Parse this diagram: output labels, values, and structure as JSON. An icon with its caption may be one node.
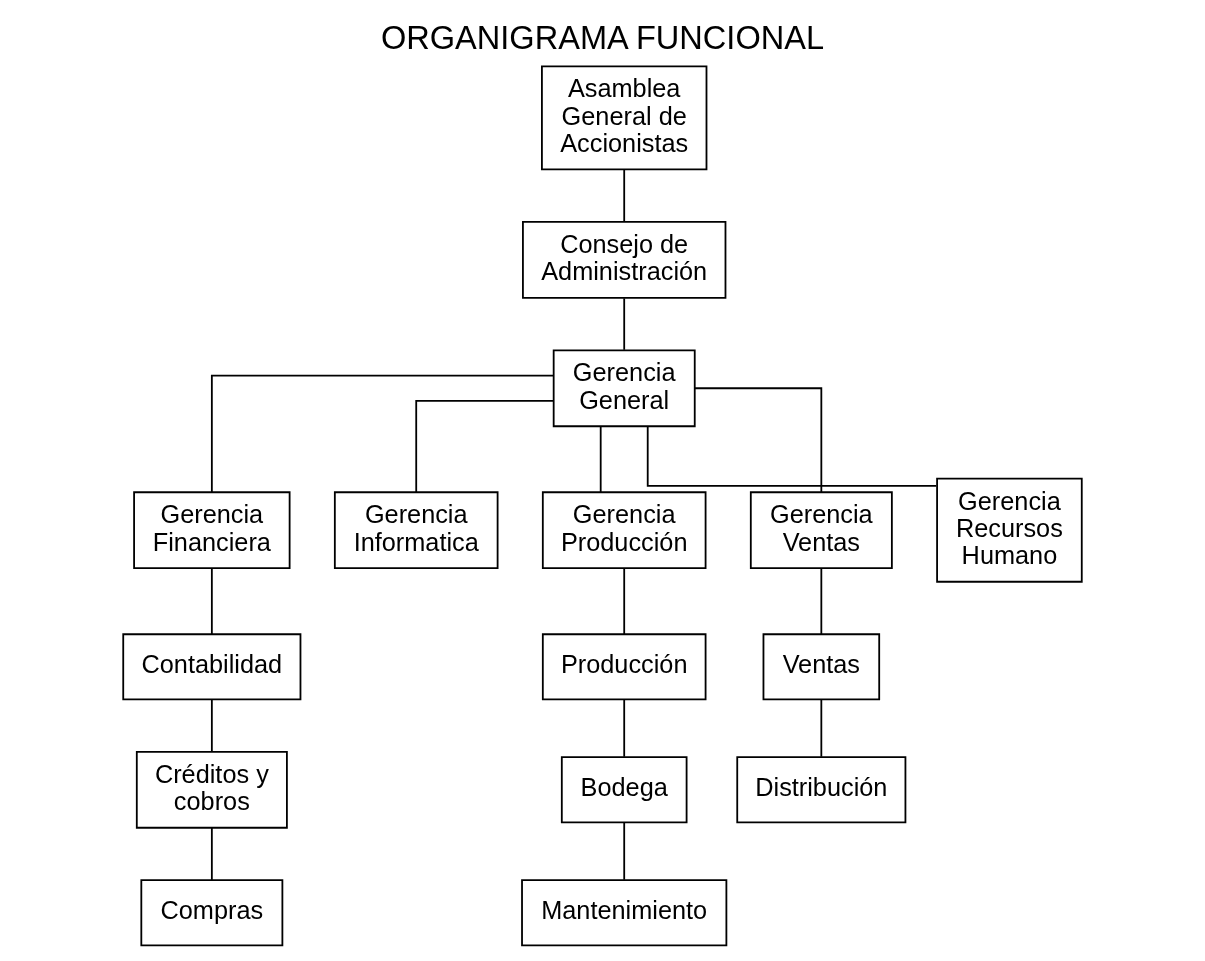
{
  "diagram": {
    "title": "ORGANIGRAMA FUNCIONAL",
    "nodes": [
      {
        "text": [
          "Asamblea General de Accionistas"
        ]
      },
      {
        "text": [
          "Consejo de Administración"
        ]
      },
      {
        "text": [
          "Gerencia General"
        ]
      },
      {
        "text": [
          "Gerencia Financiera"
        ]
      },
      {
        "text": [
          "Gerencia Informatica"
        ]
      },
      {
        "text": [
          "Gerencia Producción"
        ]
      },
      {
        "text": [
          "Gerencia Ventas"
        ]
      },
      {
        "text": [
          "Gerencia Recursos Humano"
        ]
      },
      {
        "text": [
          "Contabilidad"
        ]
      },
      {
        "text": [
          "Créditos y cobros"
        ]
      },
      {
        "text": [
          "Compras"
        ]
      },
      {
        "text": [
          "Producción"
        ]
      },
      {
        "text": [
          "Bodega"
        ]
      },
      {
        "text": [
          "Mantenimiento"
        ]
      },
      {
        "text": [
          "Ventas"
        ]
      },
      {
        "text": [
          "Distribución"
        ]
      }
    ],
    "edges": [
      {
        "from": 0,
        "to": 1,
        "arrow": "none"
      },
      {
        "from": 1,
        "to": 2,
        "arrow": "none"
      },
      {
        "from": 2,
        "to": 3,
        "arrow": "none"
      },
      {
        "from": 2,
        "to": 4,
        "arrow": "none"
      },
      {
        "from": 2,
        "to": 5,
        "arrow": "none"
      },
      {
        "from": 2,
        "to": 6,
        "arrow": "none"
      },
      {
        "from": 2,
        "to": 7,
        "arrow": "none"
      },
      {
        "from": 3,
        "to": 8,
        "arrow": "none"
      },
      {
        "from": 8,
        "to": 9,
        "arrow": "none"
      },
      {
        "from": 9,
        "to": 10,
        "arrow": "none"
      },
      {
        "from": 5,
        "to": 11,
        "arrow": "none"
      },
      {
        "from": 11,
        "to": 12,
        "arrow": "none"
      },
      {
        "from": 12,
        "to": 13,
        "arrow": "none"
      },
      {
        "from": 6,
        "to": 14,
        "arrow": "none"
      },
      {
        "from": 14,
        "to": 15,
        "arrow": "none"
      }
    ]
  }
}
